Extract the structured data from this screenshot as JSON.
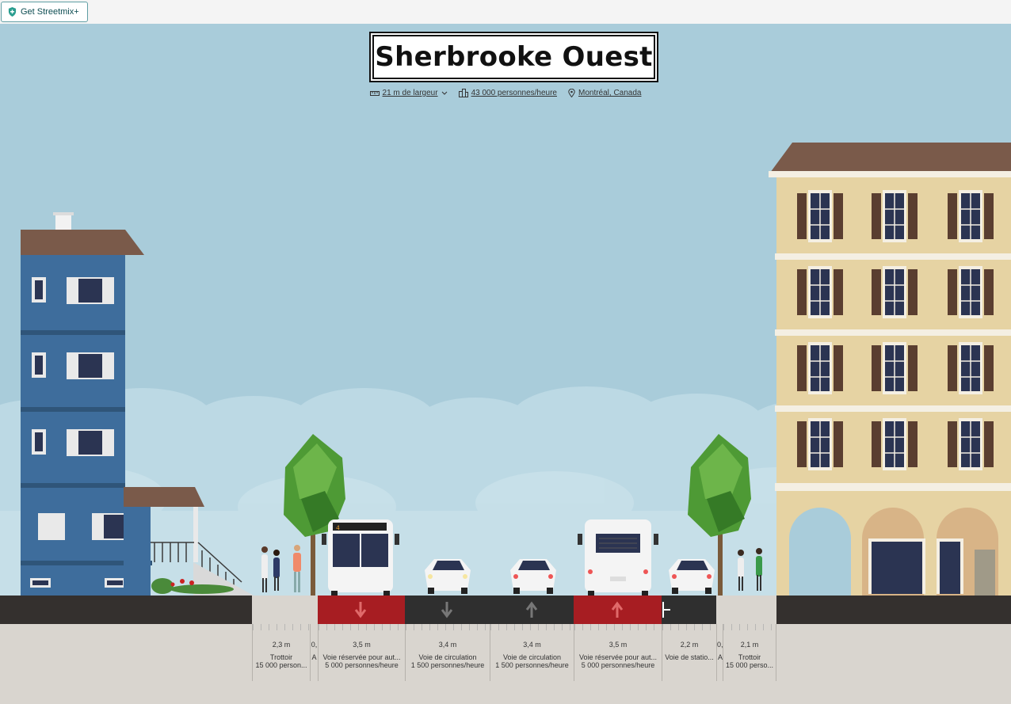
{
  "topbar": {
    "get_plus_label": "Get Streetmix+"
  },
  "street": {
    "name": "Sherbrooke Ouest",
    "width": "21 m de largeur",
    "capacity": "43 000 personnes/heure",
    "location": "Montréal, Canada"
  },
  "segments": [
    {
      "width": "2,3 m",
      "name": "Trottoir",
      "capacity": "15 000 person..."
    },
    {
      "width": "0,",
      "name": "A",
      "capacity": ""
    },
    {
      "width": "3,5 m",
      "name": "Voie réservée pour aut...",
      "capacity": "5 000 personnes/heure"
    },
    {
      "width": "3,4 m",
      "name": "Voie de circulation",
      "capacity": "1 500 personnes/heure"
    },
    {
      "width": "3,4 m",
      "name": "Voie de circulation",
      "capacity": "1 500 personnes/heure"
    },
    {
      "width": "3,5 m",
      "name": "Voie réservée pour aut...",
      "capacity": "5 000 personnes/heure"
    },
    {
      "width": "2,2 m",
      "name": "Voie de statio...",
      "capacity": ""
    },
    {
      "width": "0,",
      "name": "A",
      "capacity": ""
    },
    {
      "width": "2,1 m",
      "name": "Trottoir",
      "capacity": "15 000 perso..."
    }
  ],
  "colors": {
    "sky": "#a9ccda",
    "bus_lane": "#a71d22",
    "road": "#2f2f2f",
    "sidewalk": "#d9d5cf",
    "left_building": "#3e6d9c",
    "right_building": "#e6d3a3"
  },
  "icons": [
    "shield-icon",
    "ruler-icon",
    "chevron-down-icon",
    "buildings-icon",
    "location-pin-icon",
    "arrow-down-icon",
    "arrow-up-icon"
  ]
}
